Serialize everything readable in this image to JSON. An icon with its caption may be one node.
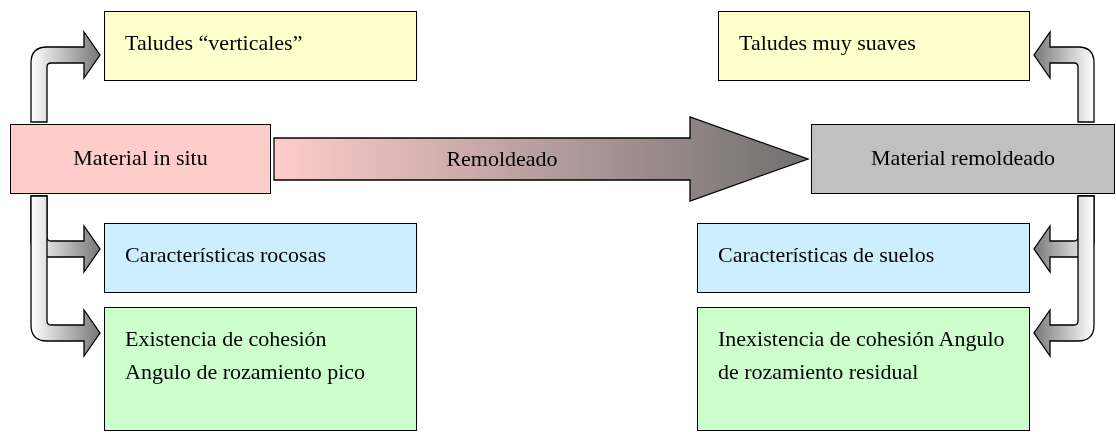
{
  "diagram": {
    "nodes": [
      {
        "text": [
          "Material in situ"
        ]
      },
      {
        "text": [
          "Taludes “verticales”"
        ]
      },
      {
        "text": [
          "Características rocosas"
        ]
      },
      {
        "text": [
          "Existencia de cohesión Angulo de rozamiento pico"
        ]
      },
      {
        "text": [
          "Material remoldeado"
        ]
      },
      {
        "text": [
          "Taludes muy suaves"
        ]
      },
      {
        "text": [
          "Características de suelos"
        ]
      },
      {
        "text": [
          "Inexistencia de cohesión Angulo de rozamiento residual"
        ]
      }
    ],
    "edges": [
      {
        "from": 0,
        "to": 4,
        "arrow": "to",
        "label": "Remoldeado",
        "style": "thick"
      },
      {
        "from": 0,
        "to": 1,
        "arrow": "to"
      },
      {
        "from": 0,
        "to": 2,
        "arrow": "to"
      },
      {
        "from": 0,
        "to": 3,
        "arrow": "to"
      },
      {
        "from": 4,
        "to": 5,
        "arrow": "to"
      },
      {
        "from": 4,
        "to": 6,
        "arrow": "to"
      },
      {
        "from": 4,
        "to": 7,
        "arrow": "to"
      }
    ]
  }
}
